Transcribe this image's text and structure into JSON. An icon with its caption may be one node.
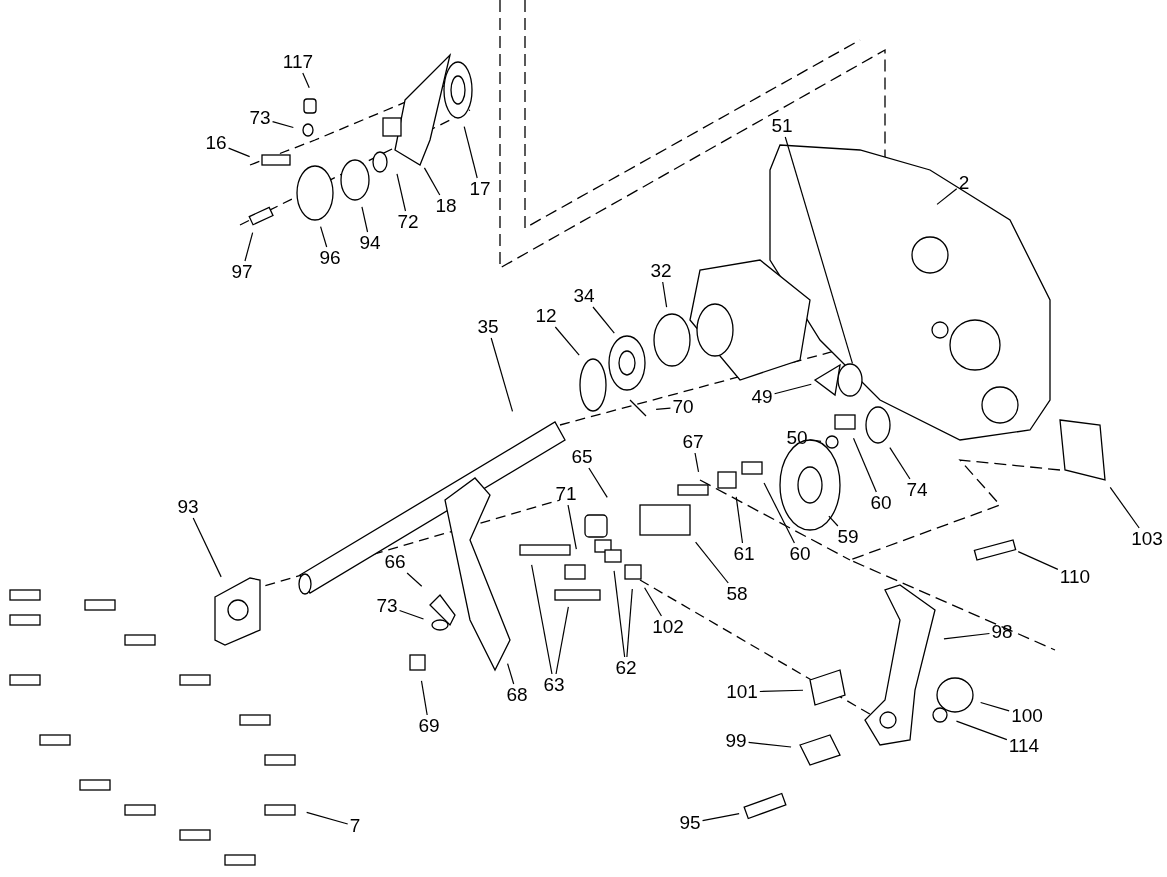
{
  "diagram": {
    "nodes": [
      {
        "text": [
          "117"
        ]
      },
      {
        "text": [
          "73"
        ]
      },
      {
        "text": [
          "16"
        ]
      },
      {
        "text": [
          "18"
        ]
      },
      {
        "text": [
          "17"
        ]
      },
      {
        "text": [
          "72"
        ]
      },
      {
        "text": [
          "94"
        ]
      },
      {
        "text": [
          "96"
        ]
      },
      {
        "text": [
          "97"
        ]
      },
      {
        "text": [
          "2"
        ]
      },
      {
        "text": [
          "51"
        ]
      },
      {
        "text": [
          "32"
        ]
      },
      {
        "text": [
          "34"
        ]
      },
      {
        "text": [
          "12"
        ]
      },
      {
        "text": [
          "35"
        ]
      },
      {
        "text": [
          "49"
        ]
      },
      {
        "text": [
          "70"
        ]
      },
      {
        "text": [
          "50"
        ]
      },
      {
        "text": [
          "67"
        ]
      },
      {
        "text": [
          "65"
        ]
      },
      {
        "text": [
          "74"
        ]
      },
      {
        "text": [
          "71"
        ]
      },
      {
        "text": [
          "93"
        ]
      },
      {
        "text": [
          "60"
        ]
      },
      {
        "text": [
          "59"
        ]
      },
      {
        "text": [
          "61"
        ]
      },
      {
        "text": [
          "60"
        ]
      },
      {
        "text": [
          "103"
        ]
      },
      {
        "text": [
          "66"
        ]
      },
      {
        "text": [
          "58"
        ]
      },
      {
        "text": [
          "110"
        ]
      },
      {
        "text": [
          "73"
        ]
      },
      {
        "text": [
          "102"
        ]
      },
      {
        "text": [
          "62"
        ]
      },
      {
        "text": [
          "98"
        ]
      },
      {
        "text": [
          "63"
        ]
      },
      {
        "text": [
          "68"
        ]
      },
      {
        "text": [
          "101"
        ]
      },
      {
        "text": [
          "100"
        ]
      },
      {
        "text": [
          "69"
        ]
      },
      {
        "text": [
          "99"
        ]
      },
      {
        "text": [
          "114"
        ]
      },
      {
        "text": [
          "95"
        ]
      },
      {
        "text": [
          "7"
        ]
      }
    ],
    "edges": [
      {
        "from": 0,
        "to": null,
        "arrow": "none"
      },
      {
        "from": 1,
        "to": null,
        "arrow": "none"
      },
      {
        "from": 2,
        "to": null,
        "arrow": "none"
      },
      {
        "from": 3,
        "to": null,
        "arrow": "none"
      },
      {
        "from": 4,
        "to": null,
        "arrow": "none"
      },
      {
        "from": 5,
        "to": null,
        "arrow": "none"
      },
      {
        "from": 6,
        "to": null,
        "arrow": "none"
      },
      {
        "from": 7,
        "to": null,
        "arrow": "none"
      },
      {
        "from": 8,
        "to": null,
        "arrow": "none"
      },
      {
        "from": 9,
        "to": null,
        "arrow": "none"
      },
      {
        "from": 10,
        "to": null,
        "arrow": "none"
      },
      {
        "from": 11,
        "to": null,
        "arrow": "none"
      },
      {
        "from": 12,
        "to": null,
        "arrow": "none"
      },
      {
        "from": 13,
        "to": null,
        "arrow": "none"
      },
      {
        "from": 14,
        "to": null,
        "arrow": "none"
      },
      {
        "from": 15,
        "to": null,
        "arrow": "none"
      },
      {
        "from": 16,
        "to": null,
        "arrow": "none"
      },
      {
        "from": 17,
        "to": null,
        "arrow": "none"
      },
      {
        "from": 18,
        "to": null,
        "arrow": "none"
      },
      {
        "from": 19,
        "to": null,
        "arrow": "none"
      },
      {
        "from": 20,
        "to": null,
        "arrow": "none"
      },
      {
        "from": 21,
        "to": null,
        "arrow": "none"
      },
      {
        "from": 22,
        "to": null,
        "arrow": "none"
      },
      {
        "from": 23,
        "to": null,
        "arrow": "none"
      },
      {
        "from": 24,
        "to": null,
        "arrow": "none"
      },
      {
        "from": 25,
        "to": null,
        "arrow": "none"
      },
      {
        "from": 26,
        "to": null,
        "arrow": "none"
      },
      {
        "from": 27,
        "to": null,
        "arrow": "none"
      },
      {
        "from": 28,
        "to": null,
        "arrow": "none"
      },
      {
        "from": 29,
        "to": null,
        "arrow": "none"
      },
      {
        "from": 30,
        "to": null,
        "arrow": "none"
      },
      {
        "from": 31,
        "to": null,
        "arrow": "none"
      },
      {
        "from": 32,
        "to": null,
        "arrow": "none"
      },
      {
        "from": 33,
        "to": null,
        "arrow": "none"
      },
      {
        "from": 33,
        "to": null,
        "arrow": "none"
      },
      {
        "from": 34,
        "to": null,
        "arrow": "none"
      },
      {
        "from": 35,
        "to": null,
        "arrow": "none"
      },
      {
        "from": 35,
        "to": null,
        "arrow": "none"
      },
      {
        "from": 36,
        "to": null,
        "arrow": "none"
      },
      {
        "from": 37,
        "to": null,
        "arrow": "none"
      },
      {
        "from": 38,
        "to": null,
        "arrow": "none"
      },
      {
        "from": 39,
        "to": null,
        "arrow": "none"
      },
      {
        "from": 40,
        "to": null,
        "arrow": "none"
      },
      {
        "from": 41,
        "to": null,
        "arrow": "none"
      },
      {
        "from": 42,
        "to": null,
        "arrow": "none"
      },
      {
        "from": 43,
        "to": null,
        "arrow": "none"
      }
    ]
  }
}
